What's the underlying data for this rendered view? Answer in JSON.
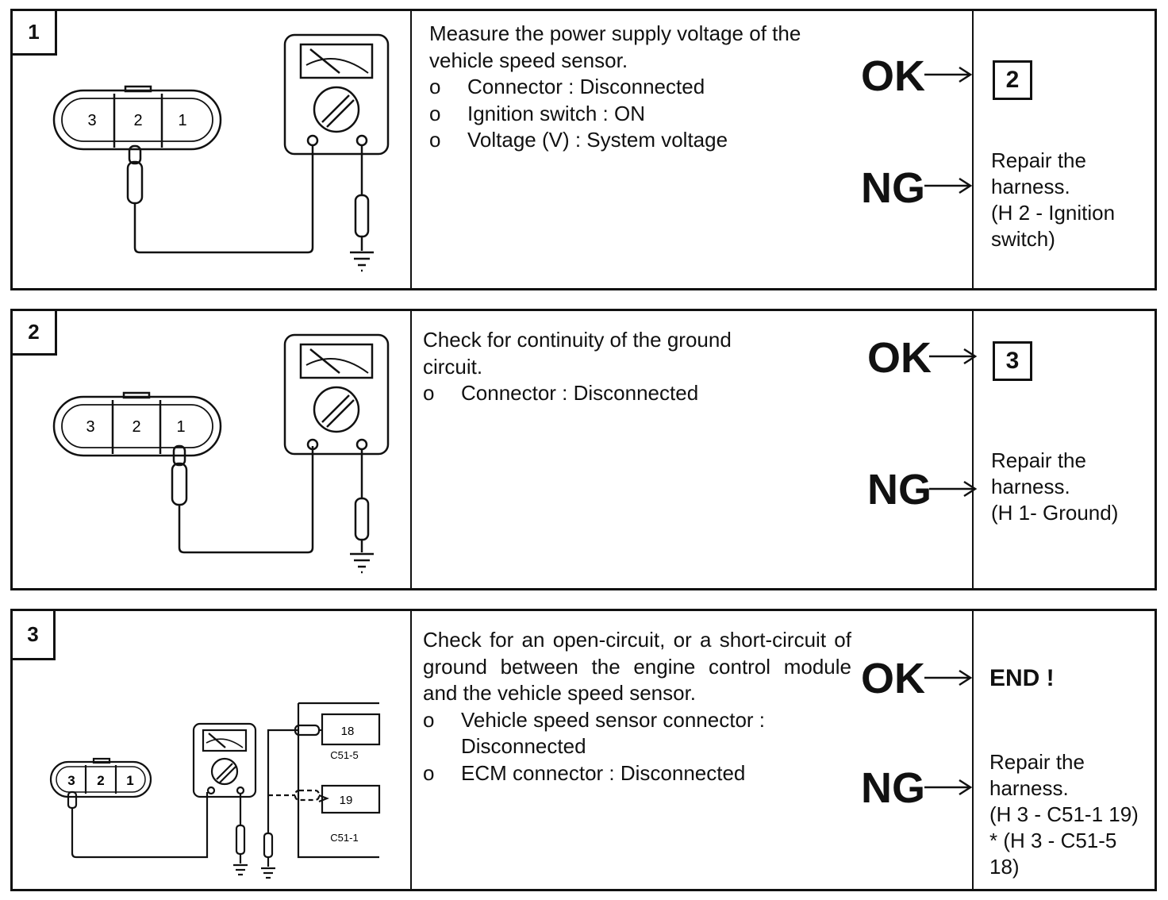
{
  "steps": [
    {
      "number": "1",
      "connector_pins": [
        "3",
        "2",
        "1"
      ],
      "description": "Measure the power supply voltage of the vehicle speed sensor.",
      "bullets": [
        {
          "marker": "o",
          "text": "Connector : Disconnected"
        },
        {
          "marker": "o",
          "text": "Ignition switch : ON"
        },
        {
          "marker": "o",
          "text": "Voltage (V) : System voltage"
        }
      ],
      "ok_label": "OK",
      "ng_label": "NG",
      "ok_result": "2",
      "ng_result": [
        "Repair the",
        "harness.",
        "(H 2 - Ignition",
        "switch)"
      ]
    },
    {
      "number": "2",
      "connector_pins": [
        "3",
        "2",
        "1"
      ],
      "description": "Check for continuity of the ground circuit.",
      "bullets": [
        {
          "marker": "o",
          "text": "Connector : Disconnected"
        }
      ],
      "ok_label": "OK",
      "ng_label": "NG",
      "ok_result": "3",
      "ng_result": [
        "Repair the",
        "harness.",
        "(H 1- Ground)"
      ]
    },
    {
      "number": "3",
      "connector_pins": [
        "3",
        "2",
        "1"
      ],
      "ecm_pins": [
        {
          "pin": "18",
          "connector": "C51-5"
        },
        {
          "pin": "19",
          "connector": "C51-1"
        }
      ],
      "description": "Check for an open-circuit, or a short-circuit of ground between the engine control module and the vehicle speed sensor.",
      "bullets": [
        {
          "marker": "o",
          "text": "Vehicle speed sensor connector : Disconnected"
        },
        {
          "marker": "o",
          "text": "ECM connector : Disconnected"
        }
      ],
      "ok_label": "OK",
      "ng_label": "NG",
      "ok_result": "END !",
      "ng_result": [
        "Repair the",
        "harness.",
        "(H 3 - C51-1 19)",
        "* (H 3 - C51-5",
        "18)"
      ]
    }
  ]
}
